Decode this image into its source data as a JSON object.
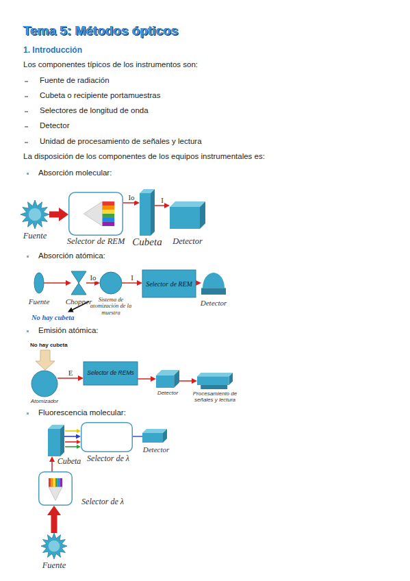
{
  "diagram": {
    "title": "Tema 5: Métodos ópticos",
    "nodes": [
      {
        "text": [
          "Fuente"
        ]
      },
      {
        "text": [
          "Selector de REM"
        ]
      },
      {
        "text": [
          "Cubeta"
        ]
      },
      {
        "text": [
          "Detector"
        ]
      },
      {
        "text": [
          "Fuente"
        ]
      },
      {
        "text": [
          "Chopper"
        ]
      },
      {
        "text": [
          "Sistema de atomización de la muestra"
        ]
      },
      {
        "text": [
          "Selector de REM"
        ]
      },
      {
        "text": [
          "Detector"
        ]
      },
      {
        "text": [
          "Atomizador"
        ]
      },
      {
        "text": [
          "Selector de REMs"
        ]
      },
      {
        "text": [
          "Detector"
        ]
      },
      {
        "text": [
          "Procesamiento de señales y lectura"
        ]
      },
      {
        "text": [
          "Cubeta"
        ]
      },
      {
        "text": [
          "Selector de λ"
        ]
      },
      {
        "text": [
          "Detector"
        ]
      },
      {
        "text": [
          "Selector de λ"
        ]
      },
      {
        "text": [
          "Fuente"
        ]
      }
    ],
    "edges": [
      {
        "from": 0,
        "to": 1,
        "arrow": "to"
      },
      {
        "from": 1,
        "to": 2,
        "label": "Io",
        "arrow": "to"
      },
      {
        "from": 2,
        "to": 3,
        "label": "I",
        "arrow": "to"
      },
      {
        "from": 4,
        "to": 5,
        "arrow": "to"
      },
      {
        "from": 5,
        "to": 6,
        "label": "Io",
        "arrow": "to"
      },
      {
        "from": 6,
        "to": 7,
        "label": "I",
        "arrow": "to"
      },
      {
        "from": 7,
        "to": 8,
        "arrow": "to"
      },
      {
        "from": 9,
        "to": 10,
        "label": "E",
        "arrow": "to"
      },
      {
        "from": 10,
        "to": 11,
        "arrow": "to"
      },
      {
        "from": 11,
        "to": 12,
        "arrow": "to"
      },
      {
        "from": 17,
        "to": 16,
        "arrow": "to"
      },
      {
        "from": 16,
        "to": 13,
        "arrow": "to"
      },
      {
        "from": 13,
        "to": 14,
        "arrow": "to"
      },
      {
        "from": 14,
        "to": 15,
        "arrow": "none"
      }
    ],
    "labels": [
      "1. Introducción",
      "Los componentes típicos de los instrumentos son:",
      "Fuente de radiación",
      "Cubeta o recipiente portamuestras",
      "Selectores de longitud de onda",
      "Detector",
      "Unidad de procesamiento de señales y lectura",
      "La disposición de los componentes de los equipos instrumentales es:",
      "Absorción molecular:",
      "Absorción atómica:",
      "No hay cubeta",
      "Emisión atómica:",
      "No hay cubeta",
      "Fluorescencia molecular:"
    ]
  }
}
